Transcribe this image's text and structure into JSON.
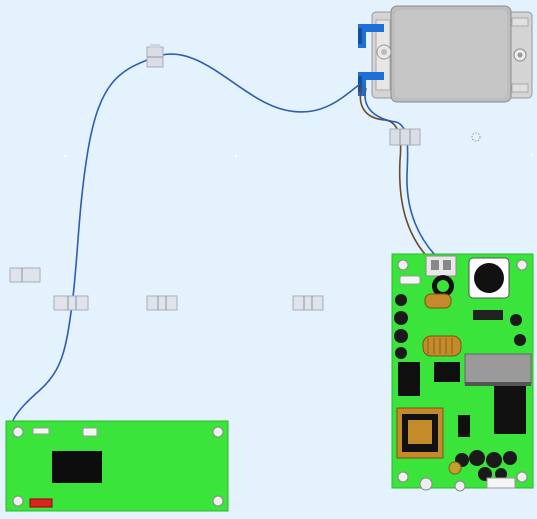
{
  "scene": {
    "background": "#e4f2fd",
    "pcb_color": "#3ae43a",
    "wire_blue": "#2a5fb0",
    "wire_brown": "#6a4a30",
    "filter_body": "#bdbdbd",
    "connector_blue": "#1f6fd8",
    "connector_red": "#d22",
    "capacitor_black": "#1a1a1a",
    "coil_copper": "#c58a2a"
  },
  "components": {
    "filter": "mains-filter",
    "power_board": "power-supply-board",
    "small_board": "control-board",
    "clips": [
      "cable-clip",
      "cable-clip",
      "cable-clip",
      "cable-clip",
      "cable-clip",
      "cable-clip",
      "cable-clip"
    ]
  }
}
